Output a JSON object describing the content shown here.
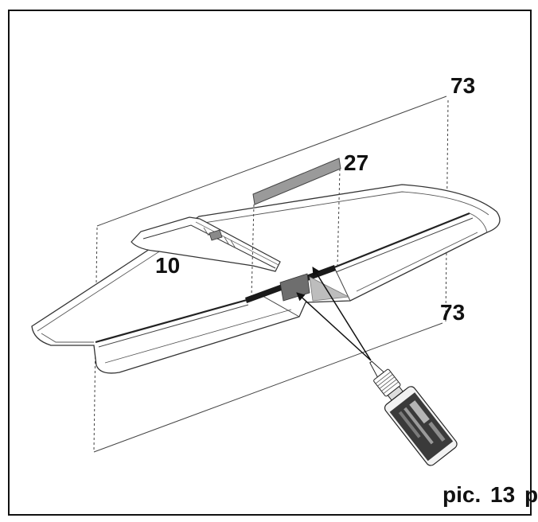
{
  "labels": {
    "part_73_top": "73",
    "part_27": "27",
    "part_10": "10",
    "part_73_bottom": "73"
  },
  "caption": "pic. 13 p"
}
